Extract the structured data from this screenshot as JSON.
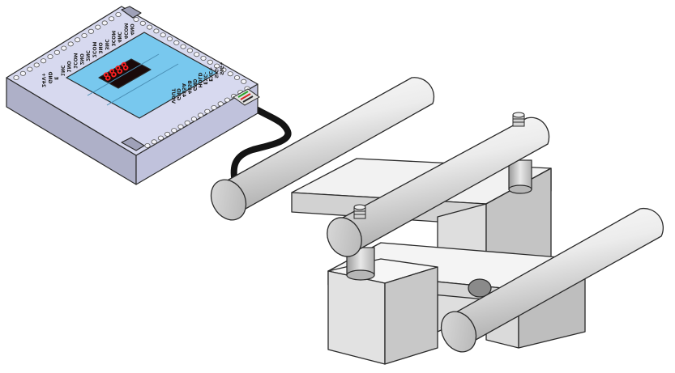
{
  "controller": {
    "left_terminal_labels": [
      "24V+",
      "GND",
      "E",
      "1NC",
      "1NO",
      "1COM",
      "2NO",
      "2NC",
      "2COM",
      "3NO",
      "3NC",
      "3COM",
      "4NC",
      "4COM",
      "4NO"
    ],
    "right_terminal_labels": [
      "VOUT",
      "GND",
      "485A",
      "485B",
      "GND",
      "HOLD",
      "EXC-",
      "EXC+",
      "SIG-",
      "SIG+"
    ],
    "display_digits": "8888"
  },
  "colors": {
    "housing": "#d7d9ef",
    "panel": "#78c8ee",
    "display_bg": "#1a0a0a",
    "display_on": "#ff2020",
    "cable": "#141414",
    "metal": "#e6e6e6"
  }
}
